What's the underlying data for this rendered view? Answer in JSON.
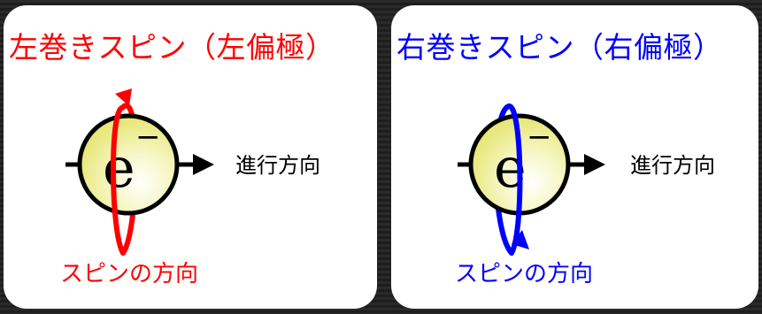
{
  "left": {
    "title": "左巻きスピン（左偏極）",
    "particle": "e",
    "charge": "−",
    "direction_label": "進行方向",
    "spin_label": "スピンの方向",
    "color": "#ff0000"
  },
  "right": {
    "title": "右巻きスピン（右偏極）",
    "particle": "e",
    "charge": "−",
    "direction_label": "進行方向",
    "spin_label": "スピンの方向",
    "color": "#0000ff"
  },
  "colors": {
    "ball_fill": "#efef98",
    "axis": "#000000",
    "background": "#222222",
    "panel": "#ffffff"
  }
}
